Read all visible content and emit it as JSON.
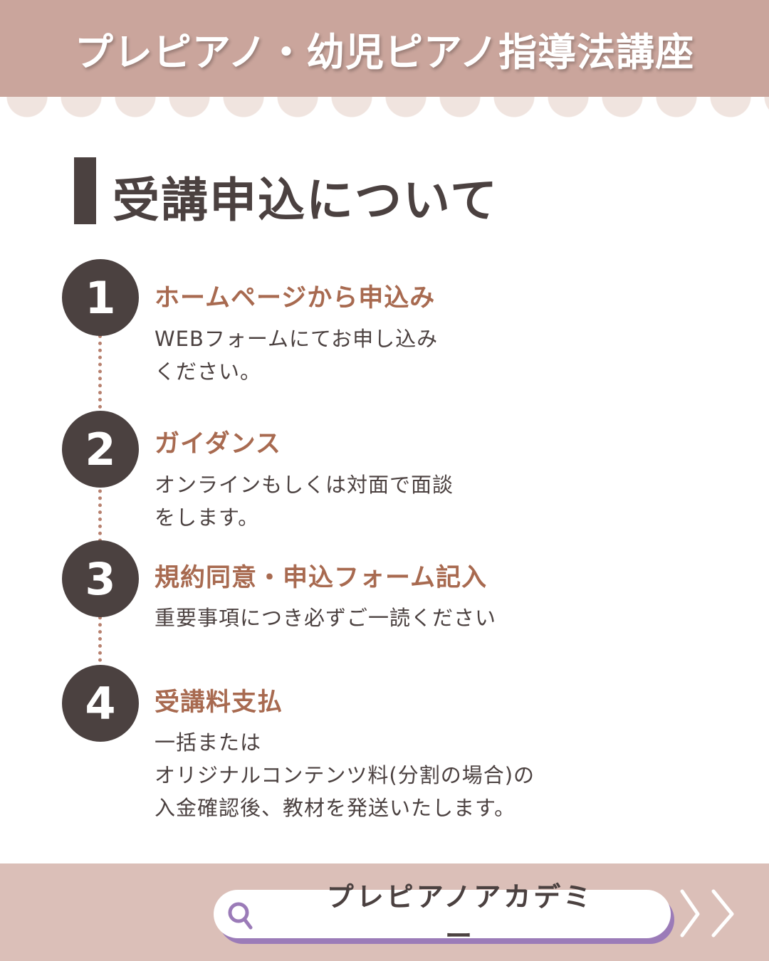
{
  "header": {
    "title": "プレピアノ・幼児ピアノ指導法講座"
  },
  "section": {
    "title": "受講申込について"
  },
  "steps": [
    {
      "number": "1",
      "title": "ホームページから申込み",
      "lines": [
        "WEBフォームにてお申し込み",
        "ください。"
      ]
    },
    {
      "number": "2",
      "title": "ガイダンス",
      "lines": [
        "オンラインもしくは対面で面談",
        "をします。"
      ]
    },
    {
      "number": "3",
      "title": "規約同意・申込フォーム記入",
      "lines": [
        "重要事項につき必ずご一読ください"
      ]
    },
    {
      "number": "4",
      "title": "受講料支払",
      "lines": [
        "一括または",
        "オリジナルコンテンツ料(分割の場合)の",
        "入金確認後、教材を発送いたします。"
      ]
    }
  ],
  "search": {
    "label": "プレピアノアカデミー",
    "icon": "search-icon"
  },
  "colors": {
    "header": "#caa59c",
    "accent": "#a86a50",
    "dark": "#4b4140",
    "purple": "#9b7bb8"
  }
}
